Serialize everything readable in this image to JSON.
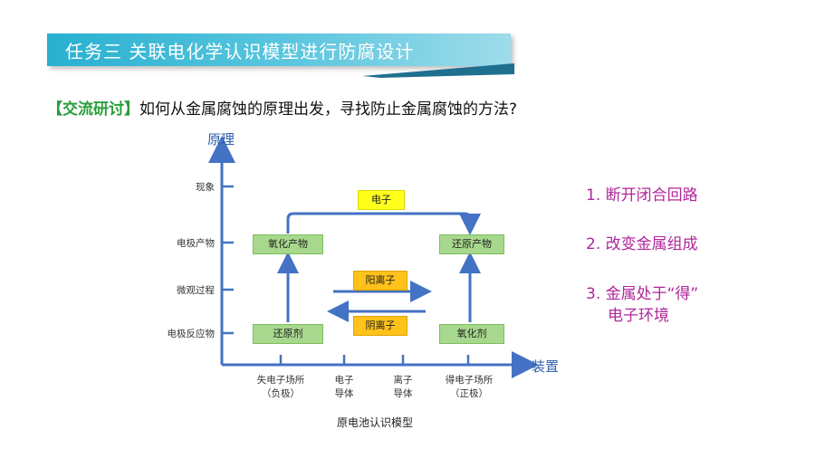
{
  "banner": {
    "title": "任务三  关联电化学认识模型进行防腐设计"
  },
  "question": {
    "tag": "【交流研讨】",
    "text": "如何从金属腐蚀的原理出发，寻找防止金属腐蚀的方法?"
  },
  "diagram": {
    "y_axis_title": "原理",
    "x_axis_title": "装置",
    "y_labels": [
      "现象",
      "电极产物",
      "微观过程",
      "电极反应物"
    ],
    "x_labels": [
      {
        "line1": "失电子场所",
        "line2": "（负极）"
      },
      {
        "line1": "电子",
        "line2": "导体"
      },
      {
        "line1": "离子",
        "line2": "导体"
      },
      {
        "line1": "得电子场所",
        "line2": "（正极）"
      }
    ],
    "boxes": {
      "oxidation_product": "氧化产物",
      "reduction_product": "还原产物",
      "reducing_agent": "还原剂",
      "oxidizing_agent": "氧化剂",
      "electron": "电子",
      "cation": "阳离子",
      "anion": "阴离子"
    },
    "caption": "原电池认识模型"
  },
  "methods": [
    {
      "line1": "1. 断开闭合回路"
    },
    {
      "line1": "2. 改变金属组成"
    },
    {
      "line1": "3. 金属处于“得”",
      "line2": "电子环境"
    }
  ],
  "colors": {
    "banner": "#27b0d0",
    "axis": "#4472c4",
    "tag": "#2a9d3a",
    "methods": "#b0269a",
    "box_green": "#a8d88d",
    "box_yellow": "#ffff1a",
    "box_orange": "#ffc21a"
  }
}
